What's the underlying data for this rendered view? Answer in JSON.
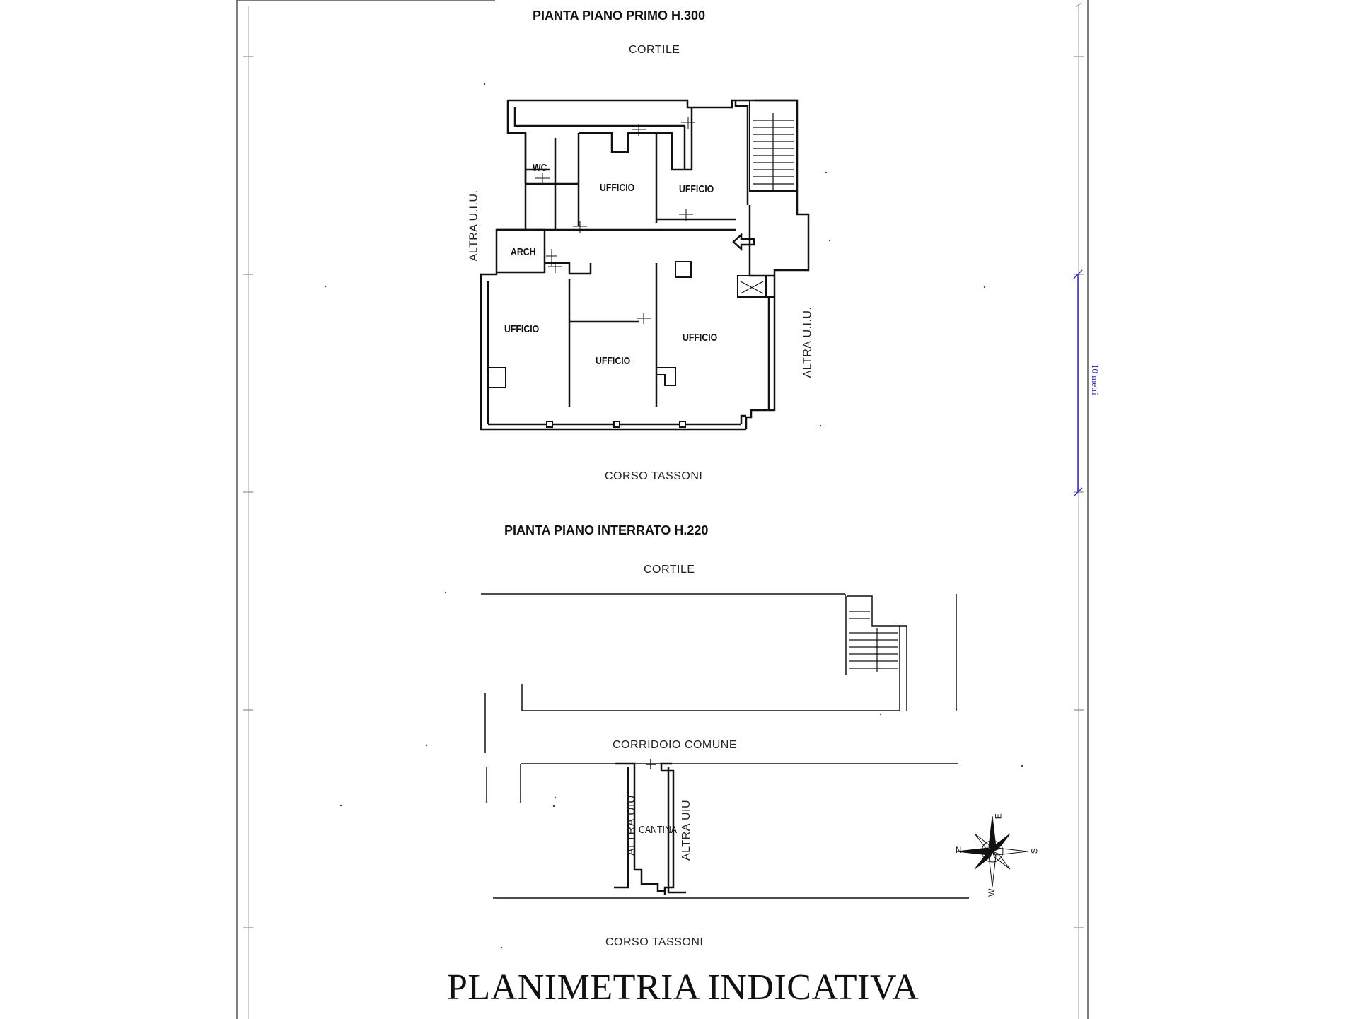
{
  "sheet": {
    "upper_title": "PIANTA PIANO PRIMO H.300",
    "lower_title": "PIANTA PIANO INTERRATO  H.220",
    "footer_title": "PLANIMETRIA INDICATIVA",
    "scale_bar_label": "10 metri"
  },
  "upper_plan": {
    "top_street": "CORTILE",
    "bottom_street": "CORSO TASSONI",
    "left_side": "ALTRA U.I.U.",
    "right_side": "ALTRA U.I.U.",
    "rooms": {
      "wc": "WC",
      "office_top_left": "UFFICIO",
      "office_top_right": "UFFICIO",
      "archive": "ARCH",
      "office_left": "UFFICIO",
      "office_middle": "UFFICIO",
      "office_right": "UFFICIO"
    }
  },
  "lower_plan": {
    "top_street": "CORTILE",
    "corridor": "CORRIDOIO COMUNE",
    "cellar": "CANTINA",
    "left_side": "ALTRA UIU",
    "right_side": "ALTRA UIU",
    "bottom_street": "CORSO TASSONI"
  },
  "compass": {
    "n": "N",
    "e": "E",
    "s": "S",
    "w": "W"
  },
  "colors": {
    "ink": "#111111",
    "frame": "#555555",
    "scale_bar": "#3333cc"
  }
}
